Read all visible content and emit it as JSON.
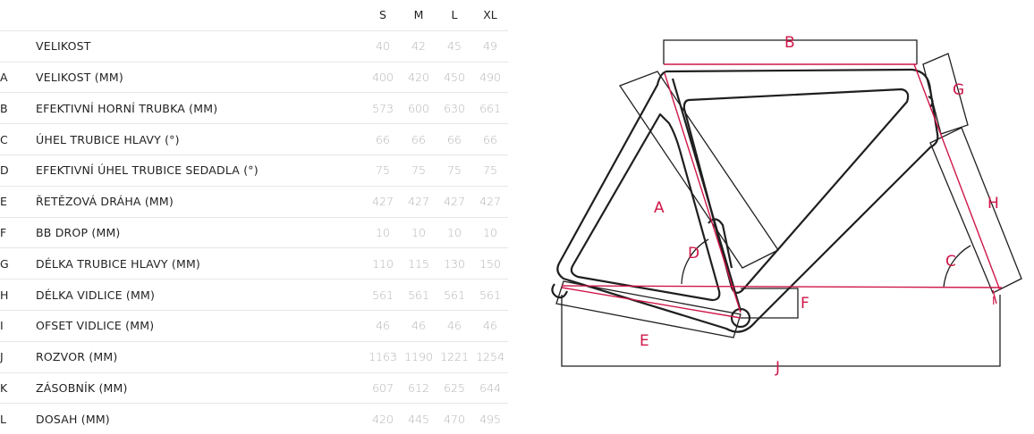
{
  "table": {
    "sizes": [
      "S",
      "M",
      "L",
      "XL"
    ],
    "rows": [
      {
        "code": "",
        "label": "VELIKOST",
        "values": [
          "40",
          "42",
          "45",
          "49"
        ]
      },
      {
        "code": "A",
        "label": "VELIKOST (MM)",
        "values": [
          "400",
          "420",
          "450",
          "490"
        ]
      },
      {
        "code": "B",
        "label": "EFEKTIVNÍ HORNÍ TRUBKA (MM)",
        "values": [
          "573",
          "600",
          "630",
          "661"
        ]
      },
      {
        "code": "C",
        "label": "ÚHEL TRUBICE HLAVY (°)",
        "values": [
          "66",
          "66",
          "66",
          "66"
        ]
      },
      {
        "code": "D",
        "label": "EFEKTIVNÍ ÚHEL TRUBICE SEDADLA (°)",
        "values": [
          "75",
          "75",
          "75",
          "75"
        ]
      },
      {
        "code": "E",
        "label": "ŘETĚZOVÁ DRÁHA (MM)",
        "values": [
          "427",
          "427",
          "427",
          "427"
        ]
      },
      {
        "code": "F",
        "label": "BB DROP (MM)",
        "values": [
          "10",
          "10",
          "10",
          "10"
        ]
      },
      {
        "code": "G",
        "label": "DÉLKA TRUBICE HLAVY (MM)",
        "values": [
          "110",
          "115",
          "130",
          "150"
        ]
      },
      {
        "code": "H",
        "label": "DÉLKA VIDLICE (MM)",
        "values": [
          "561",
          "561",
          "561",
          "561"
        ]
      },
      {
        "code": "I",
        "label": "OFSET VIDLICE (MM)",
        "values": [
          "46",
          "46",
          "46",
          "46"
        ]
      },
      {
        "code": "J",
        "label": "ROZVOR (MM)",
        "values": [
          "1163",
          "1190",
          "1221",
          "1254"
        ]
      },
      {
        "code": "K",
        "label": "ZÁSOBNÍK (MM)",
        "values": [
          "607",
          "612",
          "625",
          "644"
        ]
      },
      {
        "code": "L",
        "label": "DOSAH (MM)",
        "values": [
          "420",
          "445",
          "470",
          "495"
        ]
      }
    ]
  },
  "diagram": {
    "labels": {
      "A": "A",
      "B": "B",
      "C": "C",
      "D": "D",
      "E": "E",
      "F": "F",
      "G": "G",
      "H": "H",
      "I": "I",
      "J": "J"
    },
    "accent_color": "#cf1747",
    "frame_color": "#1f1f1f"
  }
}
